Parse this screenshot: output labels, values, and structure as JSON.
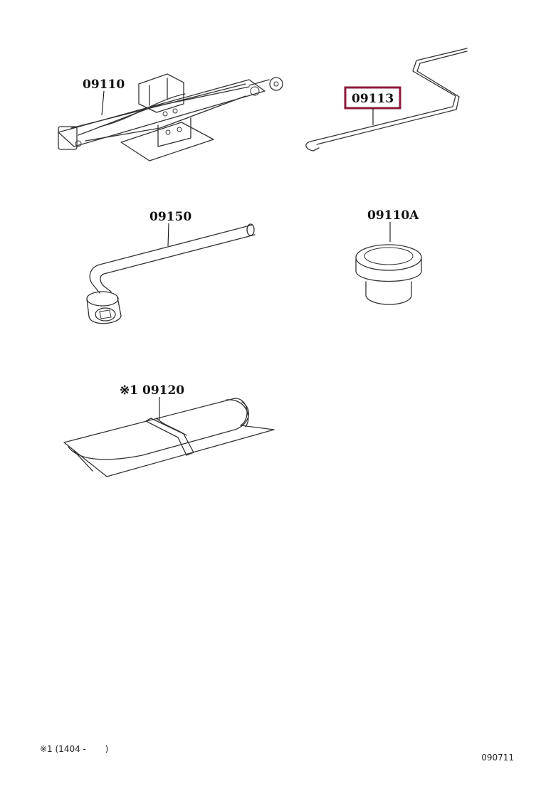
{
  "parts": {
    "jack": {
      "label": "09110"
    },
    "jack_handle": {
      "label": "09113",
      "highlighted": true
    },
    "wrench": {
      "label": "09150"
    },
    "plug": {
      "label": "09110A"
    },
    "tool_bag": {
      "label": "※1 09120"
    }
  },
  "footer": {
    "footnote": "※1 (1404 -       )",
    "drawing_number": "090711"
  },
  "colors": {
    "highlight": "#8b1a3a",
    "ink": "#333333"
  }
}
